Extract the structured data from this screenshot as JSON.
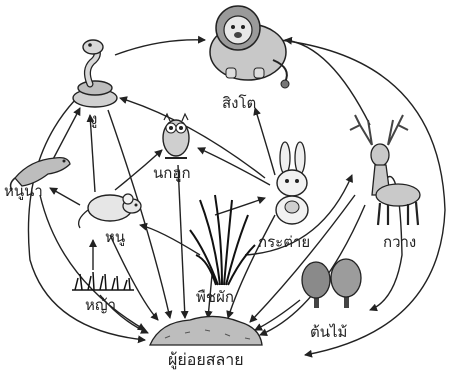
{
  "labels": {
    "lion": "สิงโต",
    "snake": "งู",
    "owl": "นกฮูก",
    "rabbit": "กระต่าย",
    "deer": "กวาง",
    "weasel": "หนูนา",
    "mouse": "หนู",
    "grass": "หญ้า",
    "vegetable": "พืชผัก",
    "tree": "ต้นไม้",
    "decomposer": "ผู้ย่อยสลาย"
  }
}
